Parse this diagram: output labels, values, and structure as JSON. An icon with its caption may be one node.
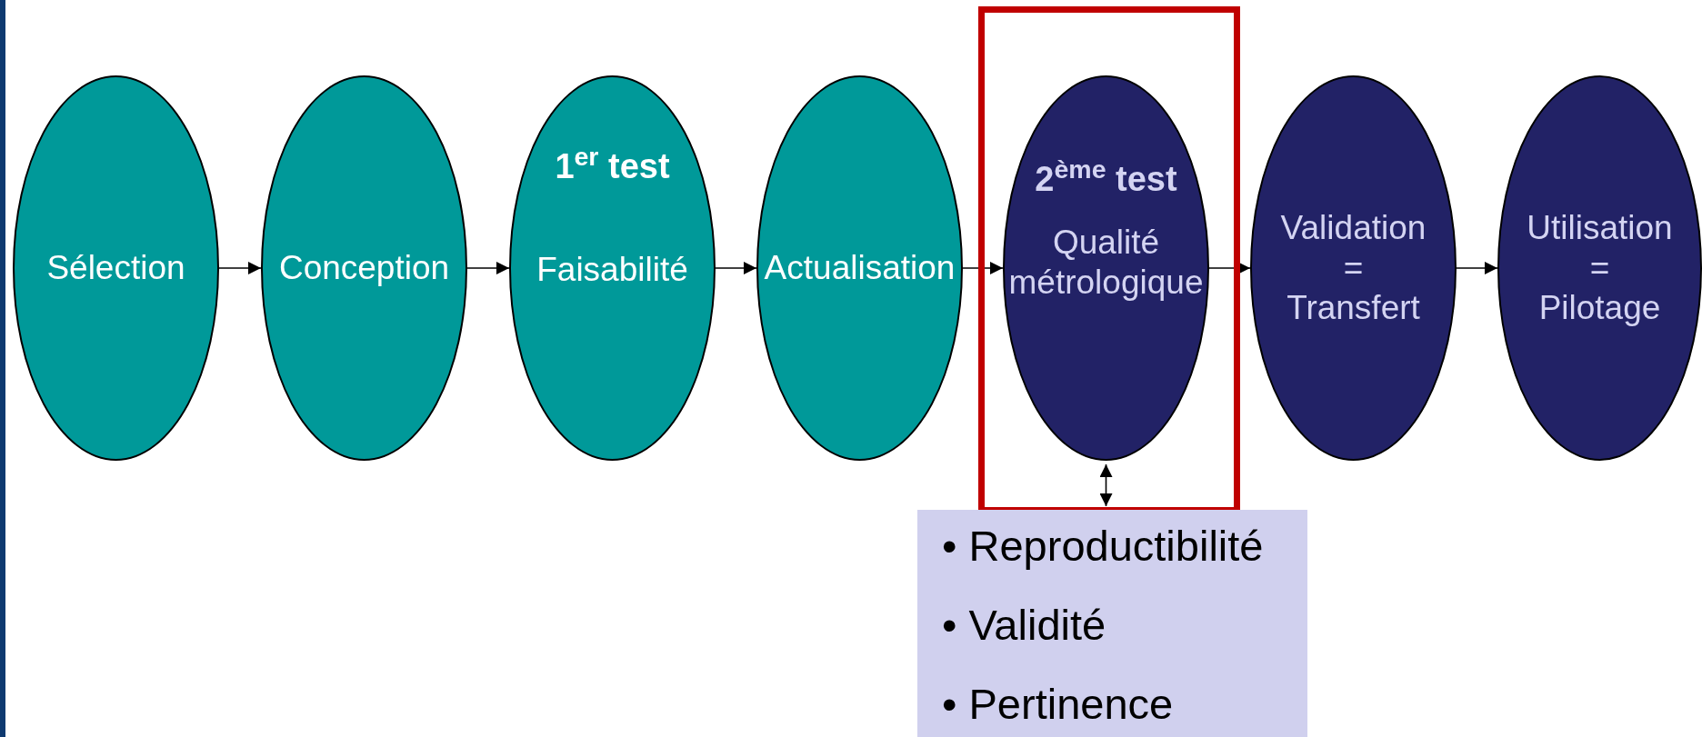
{
  "diagram": {
    "nodes": [
      {
        "text": [
          "Sélection"
        ]
      },
      {
        "text": [
          "Conception"
        ]
      },
      {
        "text": [
          "1$^{er}$ test",
          "Faisabilité"
        ]
      },
      {
        "text": [
          "Actualisation"
        ]
      },
      {
        "text": [],
        "shape": "box"
      },
      {
        "text": [
          "2$^{ème}$ test",
          "Qualité métrologique"
        ],
        "in": 4
      },
      {
        "text": [
          "Validation = Transfert"
        ]
      },
      {
        "text": [
          "Utilisation = Pilotage"
        ]
      },
      {
        "text": [
          "• Reproductibilité",
          "• Validité",
          "• Pertinence"
        ]
      }
    ],
    "edges": [
      {
        "from": 0,
        "to": 1,
        "arrow": "to"
      },
      {
        "from": 1,
        "to": 2,
        "arrow": "to"
      },
      {
        "from": 2,
        "to": 3,
        "arrow": "to"
      },
      {
        "from": 3,
        "to": 5,
        "arrow": "to"
      },
      {
        "from": 5,
        "to": 6,
        "arrow": "to"
      },
      {
        "from": 6,
        "to": 7,
        "arrow": "to"
      },
      {
        "from": 5,
        "to": 8,
        "arrow": "both"
      }
    ]
  }
}
